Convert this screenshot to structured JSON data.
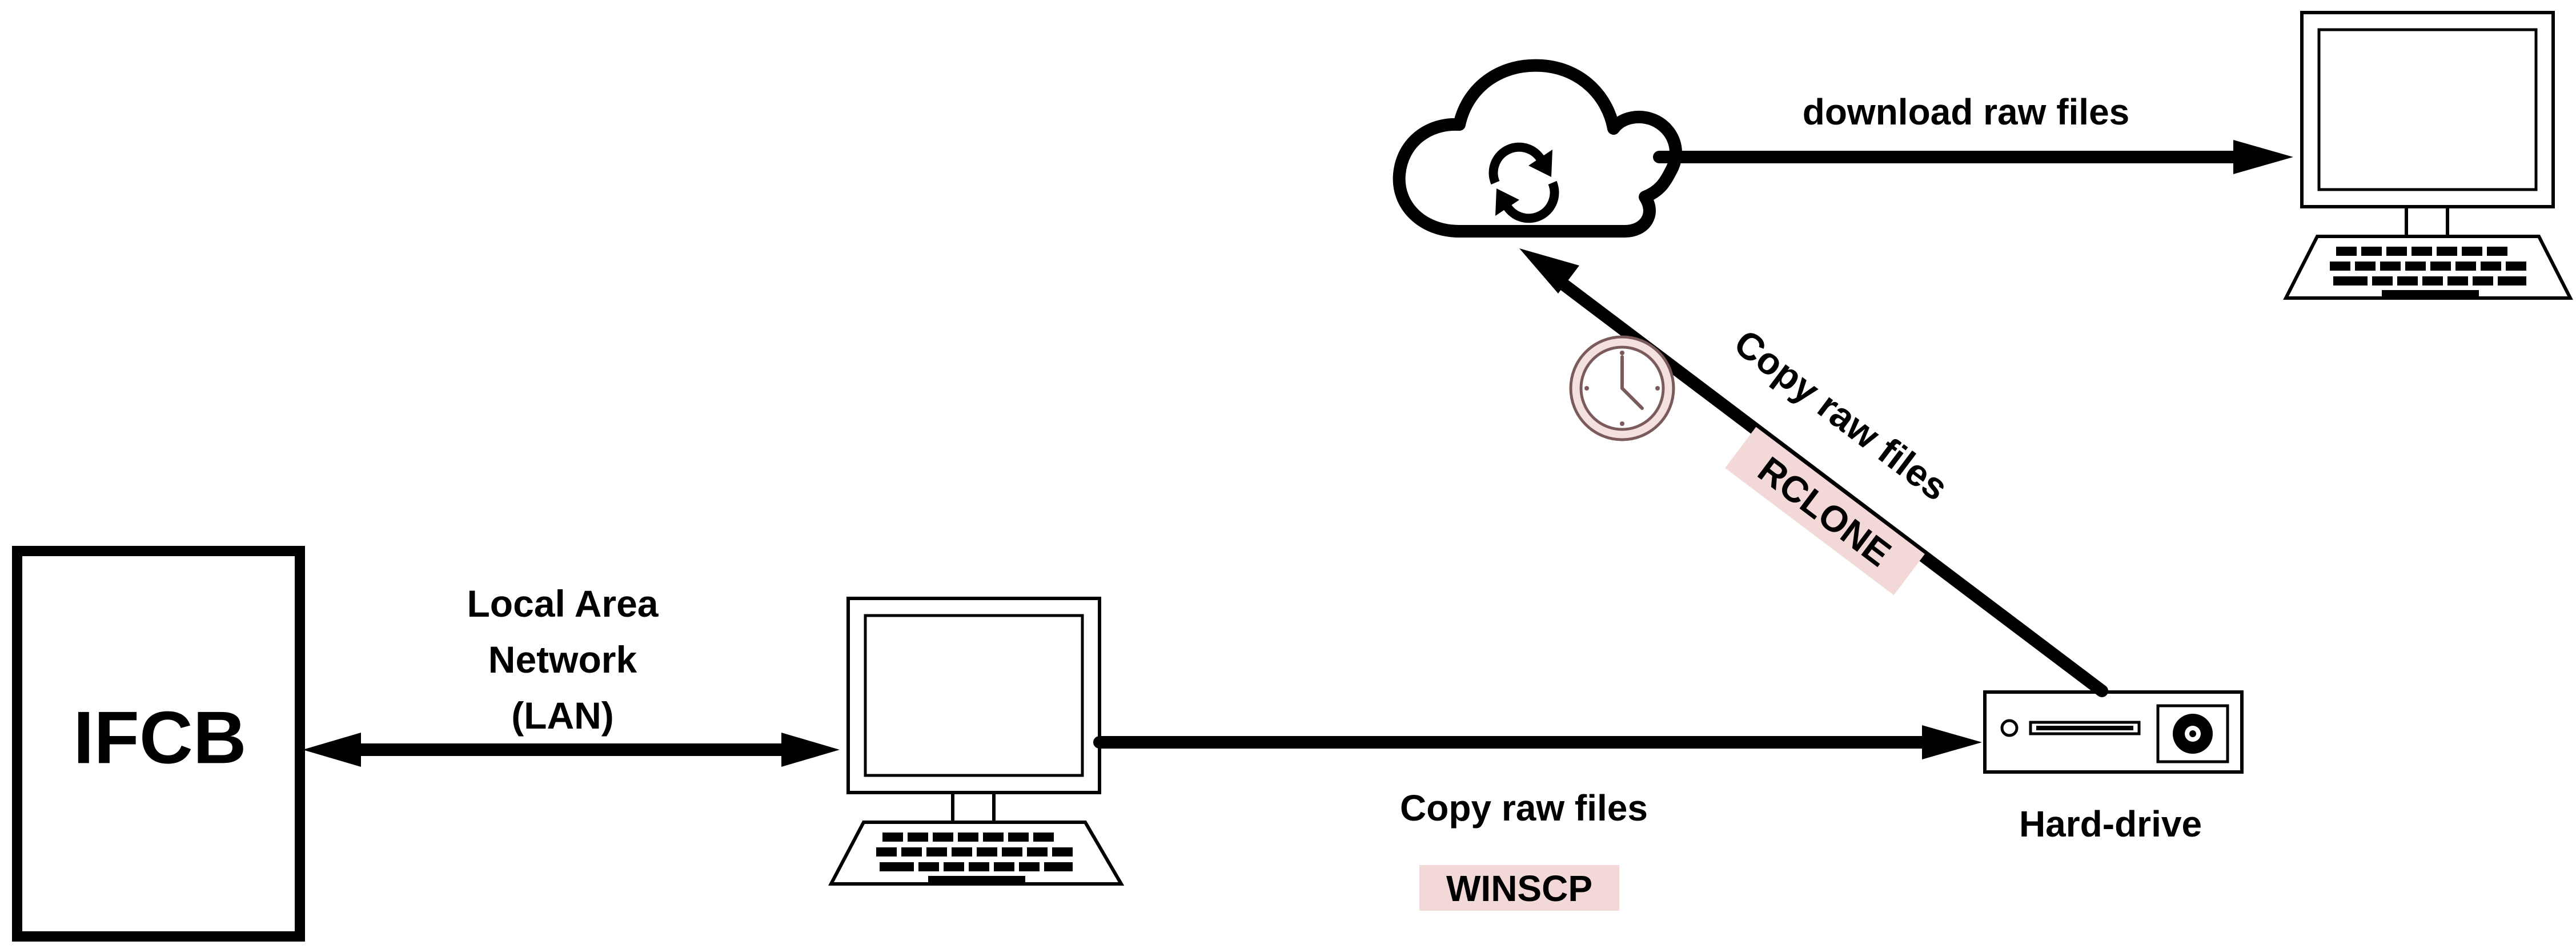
{
  "diagram": {
    "ifcb": {
      "label": "IFCB"
    },
    "lan": {
      "line1": "Local Area",
      "line2": "Network",
      "line3": "(LAN)"
    },
    "copy_bottom": {
      "label": "Copy raw files",
      "tool": "WINSCP"
    },
    "hard_drive": {
      "label": "Hard-drive"
    },
    "copy_diagonal": {
      "label": "Copy raw files",
      "tool": "RCLONE"
    },
    "download": {
      "label": "download raw files"
    }
  },
  "colors": {
    "line": "#000000",
    "tool_badge_bg": "#f2d9d7",
    "clock_fill": "#f4e1df",
    "clock_stroke": "#7a5a5a"
  }
}
